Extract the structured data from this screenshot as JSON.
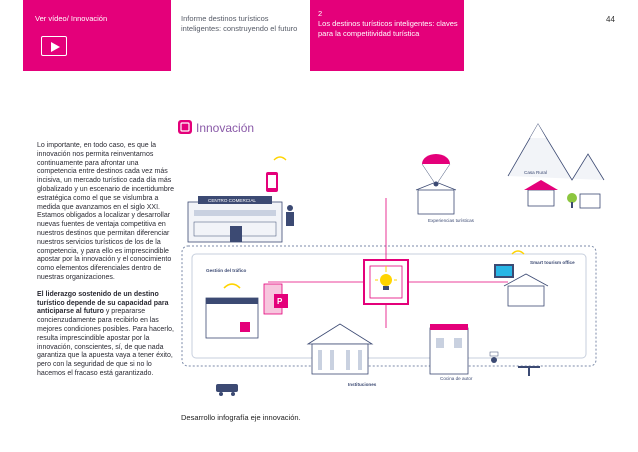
{
  "header": {
    "video_label": "Ver vídeo/ Innovación",
    "info_text": "Informe destinos turísticos inteligentes: construyendo el futuro",
    "section_number": "2",
    "section_title": "Los destinos turísticos inteligentes: claves para la competitividad turística",
    "page_number": "44"
  },
  "body": {
    "paragraph1": "Lo importante, en todo caso, es que la innovación nos permita reinventarnos continuamente para afrontar una competencia entre destinos cada vez más incisiva, un mercado turístico cada día más globalizado y un escenario de incertidumbre estratégica como el que se vislumbra a medida que avanzamos en el siglo XXI. Estamos obligados a localizar y desarrollar nuevas fuentes de ventaja competitiva en nuestros destinos que permitan diferenciar nuestros servicios turísticos de los de la competencia, y para ello es imprescindible apostar por la innovación y el conocimiento como elementos diferenciales dentro de nuestras organizaciones.",
    "paragraph2_bold": "El liderazgo sostenido de un destino turístico depende de su capacidad para anticiparse al futuro",
    "paragraph2_rest": " y prepararse concienzudamente para recibirlo en las mejores condiciones posibles. Para hacerlo, resulta imprescindible apostar por la innovación, conscientes, sí, de que nada garantiza que la apuesta vaya a tener éxito, pero con la seguridad de que si no lo hacemos el fracaso está garantizado."
  },
  "infographic": {
    "title": "Innovación",
    "labels": {
      "centro_comercial": "CENTRO COMERCIAL",
      "experiencias": "Experiencias turísticas",
      "casa_rural": "Casa Rural",
      "gestion_trafico": "Gestión del tráfico",
      "smart_office": "Smart tourism office",
      "instituciones": "Instituciones",
      "cocina_autor": "Cocina de autor"
    },
    "caption": "Desarrollo infografía eje innovación."
  },
  "colors": {
    "magenta": "#e4007a",
    "dark_blue": "#3c4a73",
    "yellow": "#ffd400",
    "cyan": "#29b6e6",
    "green": "#8cc63f"
  }
}
